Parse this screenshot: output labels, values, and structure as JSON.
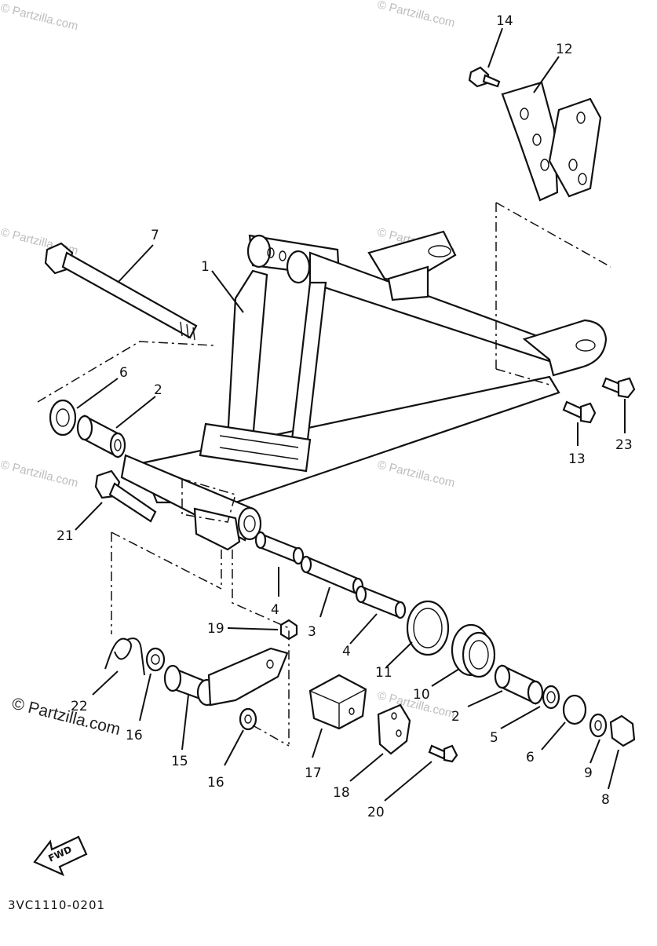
{
  "diagram": {
    "code": "3VC1110-0201",
    "fwd_label": "FWD",
    "watermark": "© Partzilla.com",
    "watermark_large": "© Partzilla.com",
    "callouts": [
      "1",
      "2",
      "2",
      "3",
      "4",
      "4",
      "5",
      "6",
      "6",
      "7",
      "8",
      "9",
      "10",
      "11",
      "12",
      "13",
      "14",
      "15",
      "16",
      "16",
      "17",
      "18",
      "19",
      "20",
      "21",
      "22",
      "23"
    ]
  }
}
